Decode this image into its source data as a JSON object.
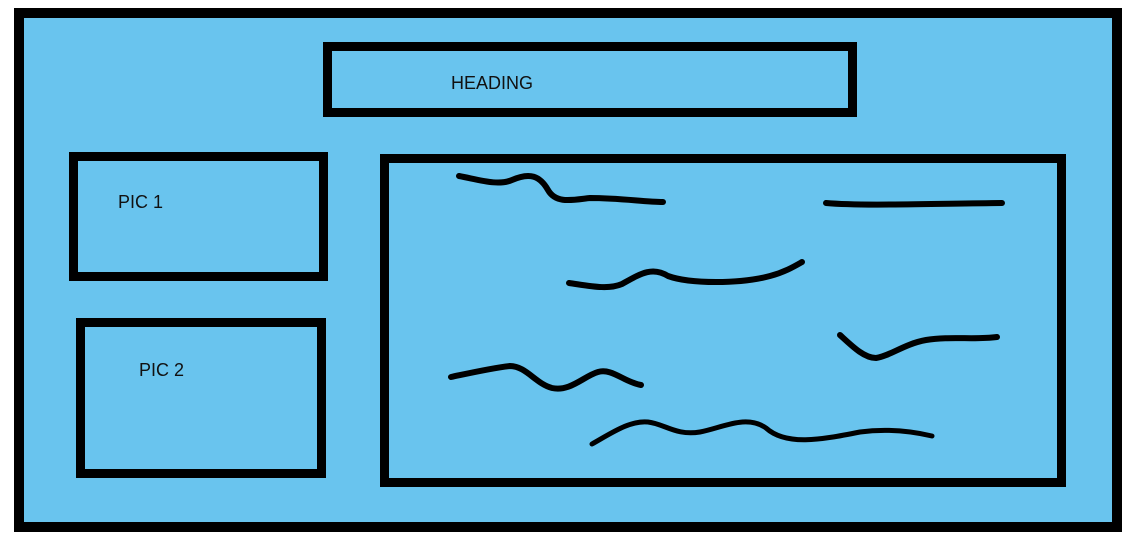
{
  "colors": {
    "background": "#69c4ee",
    "outline": "#000000",
    "text": "#111111"
  },
  "heading": {
    "label": "HEADING"
  },
  "pic1": {
    "label": "PIC 1"
  },
  "pic2": {
    "label": "PIC 2"
  },
  "content": {
    "placeholder_scribble_count": 6
  }
}
